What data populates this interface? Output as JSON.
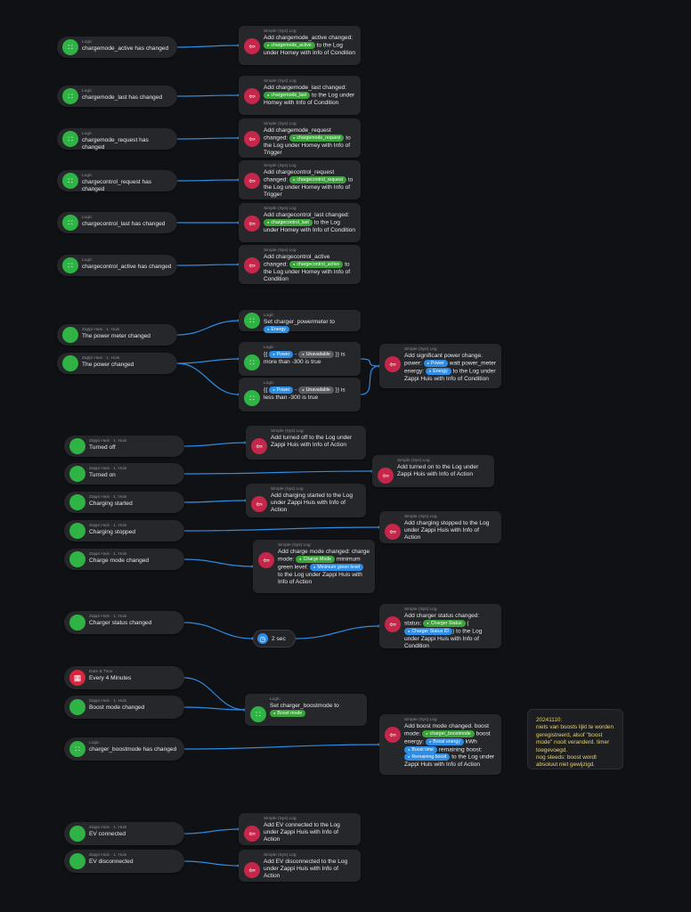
{
  "triggers": [
    {
      "id": "t1",
      "sub": "Logic",
      "text": "chargemode_active has changed",
      "icon": "logic-icon",
      "kind": "logic"
    },
    {
      "id": "t2",
      "sub": "Logic",
      "text": "chargemode_last has changed",
      "icon": "logic-icon",
      "kind": "logic"
    },
    {
      "id": "t3",
      "sub": "Logic",
      "text": "chargemode_request has changed",
      "icon": "logic-icon",
      "kind": "logic"
    },
    {
      "id": "t4",
      "sub": "Logic",
      "text": "chargecontrol_request has changed",
      "icon": "logic-icon",
      "kind": "logic"
    },
    {
      "id": "t5",
      "sub": "Logic",
      "text": "chargecontrol_last has changed",
      "icon": "logic-icon",
      "kind": "logic"
    },
    {
      "id": "t6",
      "sub": "Logic",
      "text": "chargecontrol_active has changed",
      "icon": "logic-icon",
      "kind": "logic"
    },
    {
      "id": "t7",
      "sub": "Zappi Huis · 1. Huis",
      "text": "The power meter changed",
      "icon": "device-icon",
      "kind": "device"
    },
    {
      "id": "t8",
      "sub": "Zappi Huis · 1. Huis",
      "text": "The power changed",
      "icon": "device-icon",
      "kind": "device"
    },
    {
      "id": "t9",
      "sub": "Zappi Huis · 1. Huis",
      "text": "Turned off",
      "icon": "device-icon",
      "kind": "device"
    },
    {
      "id": "t10",
      "sub": "Zappi Huis · 1. Huis",
      "text": "Turned on",
      "icon": "device-icon",
      "kind": "device"
    },
    {
      "id": "t11",
      "sub": "Zappi Huis · 1. Huis",
      "text": "Charging started",
      "icon": "device-icon",
      "kind": "device"
    },
    {
      "id": "t12",
      "sub": "Zappi Huis · 1. Huis",
      "text": "Charging stopped",
      "icon": "device-icon",
      "kind": "device"
    },
    {
      "id": "t13",
      "sub": "Zappi Huis · 1. Huis",
      "text": "Charge mode changed",
      "icon": "device-icon",
      "kind": "device"
    },
    {
      "id": "t14",
      "sub": "Zappi Huis · 1. Huis",
      "text": "Charger status changed",
      "icon": "device-icon",
      "kind": "device"
    },
    {
      "id": "t15",
      "sub": "Date & Time",
      "text": "Every 4 Minutes",
      "icon": "calendar-icon",
      "kind": "datetime"
    },
    {
      "id": "t16",
      "sub": "Zappi Huis · 1. Huis",
      "text": "Boost mode changed",
      "icon": "device-icon",
      "kind": "device"
    },
    {
      "id": "t17",
      "sub": "Logic",
      "text": "charger_boostmode has changed",
      "icon": "logic-icon",
      "kind": "logic"
    },
    {
      "id": "t18",
      "sub": "Zappi Huis · 1. Huis",
      "text": "EV connected",
      "icon": "device-icon",
      "kind": "device"
    },
    {
      "id": "t19",
      "sub": "Zappi Huis · 1. Huis",
      "text": "EV disconnected",
      "icon": "device-icon",
      "kind": "device"
    }
  ],
  "actions": [
    {
      "id": "a1",
      "sub": "Simple (Sys) Log",
      "kind": "log",
      "parts": [
        {
          "t": "Add chargemode_active changed: "
        },
        {
          "p": "chargemode_active",
          "c": "g"
        },
        {
          "t": " to the Log under Homey with Info of Condition"
        }
      ]
    },
    {
      "id": "a2",
      "sub": "Simple (Sys) Log",
      "kind": "log",
      "parts": [
        {
          "t": "Add chargemode_last changed: "
        },
        {
          "p": "chargemode_last",
          "c": "g"
        },
        {
          "t": " to the Log under Homey with Info of Condition"
        }
      ]
    },
    {
      "id": "a3",
      "sub": "Simple (Sys) Log",
      "kind": "log",
      "parts": [
        {
          "t": "Add chargemode_request changed: "
        },
        {
          "p": "chargemode_request",
          "c": "g"
        },
        {
          "t": " to the Log under Homey with Info of Trigger"
        }
      ]
    },
    {
      "id": "a4",
      "sub": "Simple (Sys) Log",
      "kind": "log",
      "parts": [
        {
          "t": "Add chargecontrol_request changed: "
        },
        {
          "p": "chargecontrol_request",
          "c": "g"
        },
        {
          "t": " to the Log under Homey with Info of Trigger"
        }
      ]
    },
    {
      "id": "a5",
      "sub": "Simple (Sys) Log",
      "kind": "log",
      "parts": [
        {
          "t": "Add chargecontrol_last changed: "
        },
        {
          "p": "chargecontrol_last",
          "c": "g"
        },
        {
          "t": " to the Log under Homey with Info of Condition"
        }
      ]
    },
    {
      "id": "a6",
      "sub": "Simple (Sys) Log",
      "kind": "log",
      "parts": [
        {
          "t": "Add chargecontrol_active changed: "
        },
        {
          "p": "chargecontrol_active",
          "c": "g"
        },
        {
          "t": " to the Log under Homey with Info of Condition"
        }
      ]
    },
    {
      "id": "a7",
      "sub": "Logic",
      "kind": "logic",
      "parts": [
        {
          "t": "Set charger_powermeter to "
        },
        {
          "p": "Energy",
          "c": "b"
        }
      ]
    },
    {
      "id": "a8",
      "sub": "Logic",
      "kind": "logic",
      "parts": [
        {
          "t": "{{ "
        },
        {
          "p": "Power",
          "c": "b"
        },
        {
          "t": " - "
        },
        {
          "p": "Unavailable",
          "c": "gr"
        },
        {
          "t": " }} is more than -300 is true"
        }
      ]
    },
    {
      "id": "a9",
      "sub": "Logic",
      "kind": "logic",
      "parts": [
        {
          "t": "{{ "
        },
        {
          "p": "Power",
          "c": "b"
        },
        {
          "t": " - "
        },
        {
          "p": "Unavailable",
          "c": "gr"
        },
        {
          "t": " }} is less than -300 is true"
        }
      ]
    },
    {
      "id": "a10",
      "sub": "Simple (Sys) Log",
      "kind": "log",
      "parts": [
        {
          "t": "Add significant power change. power: "
        },
        {
          "p": "Power",
          "c": "b"
        },
        {
          "t": " watt power_meter energy: "
        },
        {
          "p": "Energy",
          "c": "b"
        },
        {
          "t": " to the Log under Zappi Huis with Info of Condition"
        }
      ]
    },
    {
      "id": "a11",
      "sub": "Simple (Sys) Log",
      "kind": "log",
      "parts": [
        {
          "t": "Add turned off to the Log under Zappi Huis with Info of Action"
        }
      ]
    },
    {
      "id": "a12",
      "sub": "Simple (Sys) Log",
      "kind": "log",
      "parts": [
        {
          "t": "Add turned on to the Log under Zappi Huis with Info of Action"
        }
      ]
    },
    {
      "id": "a13",
      "sub": "Simple (Sys) Log",
      "kind": "log",
      "parts": [
        {
          "t": "Add charging started to the Log under Zappi Huis with Info of Action"
        }
      ]
    },
    {
      "id": "a14",
      "sub": "Simple (Sys) Log",
      "kind": "log",
      "parts": [
        {
          "t": "Add charging stopped to the Log under Zappi Huis with Info of Action"
        }
      ]
    },
    {
      "id": "a15",
      "sub": "Simple (Sys) Log",
      "kind": "log",
      "parts": [
        {
          "t": "Add charge mode changed: charge mode: "
        },
        {
          "p": "Charge Mode",
          "c": "g"
        },
        {
          "t": " minimum green level: "
        },
        {
          "p": "Minimum green level",
          "c": "b"
        },
        {
          "t": " to the Log under Zappi Huis with Info of Action"
        }
      ]
    },
    {
      "id": "a16",
      "sub": "Simple (Sys) Log",
      "kind": "log",
      "parts": [
        {
          "t": "Add charger status changed: status: "
        },
        {
          "p": "Charger Status",
          "c": "g"
        },
        {
          "t": " ("
        },
        {
          "p": "Charger Status ID",
          "c": "b"
        },
        {
          "t": ") to the Log under Zappi Huis with Info of Condition"
        }
      ]
    },
    {
      "id": "a17",
      "sub": "Logic",
      "kind": "logic",
      "parts": [
        {
          "t": "Set charger_boostmode to "
        },
        {
          "p": "Boost mode",
          "c": "g"
        }
      ]
    },
    {
      "id": "a18",
      "sub": "Simple (Sys) Log",
      "kind": "log",
      "parts": [
        {
          "t": "Add boost mode changed. boost mode: "
        },
        {
          "p": "charger_boostmode",
          "c": "g"
        },
        {
          "t": " boost energy: "
        },
        {
          "p": "Boost energy",
          "c": "b"
        },
        {
          "t": " kWh "
        },
        {
          "p": "Boost time",
          "c": "b"
        },
        {
          "t": " remaining boost: "
        },
        {
          "p": "Remaining boost",
          "c": "b"
        },
        {
          "t": " to the Log under Zappi Huis with Info of Action"
        }
      ]
    },
    {
      "id": "a19",
      "sub": "Simple (Sys) Log",
      "kind": "log",
      "parts": [
        {
          "t": "Add EV connected to the Log under Zappi Huis with Info of Action"
        }
      ]
    },
    {
      "id": "a20",
      "sub": "Simple (Sys) Log",
      "kind": "log",
      "parts": [
        {
          "t": "Add EV disconnected to the Log under Zappi Huis with Info of Action"
        }
      ]
    }
  ],
  "delay": {
    "label": "2 sec"
  },
  "note": {
    "text": "20241110:\nniets van boosts lijkt te worden geregistreerd, alsof \"boost mode\" nooit veranderd. timer toegevoegd.\nnog steeds: boost wordt absoluut niet gewijzigd."
  },
  "colors": {
    "wire": "#2d8ce3",
    "card": "#26272b",
    "green": "#2fb344",
    "red": "#c4274a",
    "note_text": "#e8d46a"
  }
}
